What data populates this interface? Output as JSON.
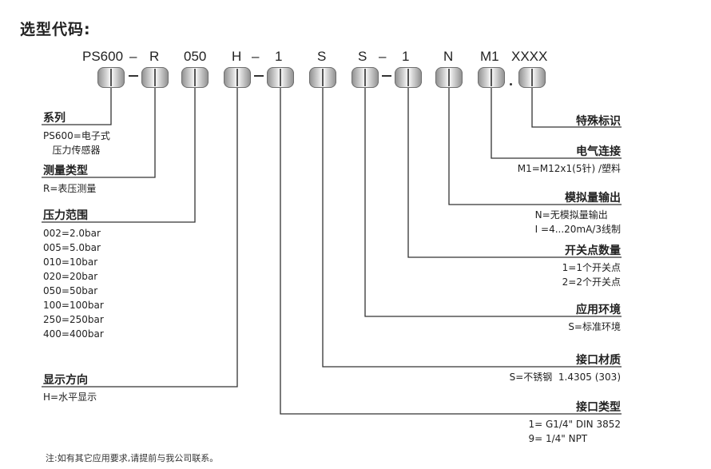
{
  "title": "选型代码:",
  "code": {
    "ps600": "PS600",
    "dash": "–",
    "r": "R",
    "range": "050",
    "display": "H",
    "c1": "1",
    "env": "S",
    "mat": "S",
    "count": "1",
    "analog": "N",
    "elec": "M1",
    "special": "XXXX"
  },
  "left": {
    "series": {
      "heading": "系列",
      "values": "PS600=电子式\n   压力传感器"
    },
    "measure": {
      "heading": "测量类型",
      "values": "R=表压测量"
    },
    "range": {
      "heading": "压力范围",
      "values": "002=2.0bar\n005=5.0bar\n010=10bar\n020=20bar\n050=50bar\n100=100bar\n250=250bar\n400=400bar"
    },
    "display": {
      "heading": "显示方向",
      "values": "H=水平显示"
    }
  },
  "right": {
    "special": {
      "heading": "特殊标识",
      "values": ""
    },
    "elec": {
      "heading": "电气连接",
      "values": "M1=M12x1(5针) /塑料"
    },
    "analog": {
      "heading": "模拟量输出",
      "values": "N=无模拟量输出\nI =4...20mA/3线制"
    },
    "switch": {
      "heading": "开关点数量",
      "values": "1=1个开关点\n2=2个开关点"
    },
    "env": {
      "heading": "应用环境",
      "values": "S=标准环境"
    },
    "material": {
      "heading": "接口材质",
      "values": "S=不锈钢  1.4305 (303)"
    },
    "conn": {
      "heading": "接口类型",
      "values": "1= G1/4\" DIN 3852\n9= 1/4\" NPT"
    }
  },
  "note": "注:如有其它应用要求,请提前与我公司联系。"
}
